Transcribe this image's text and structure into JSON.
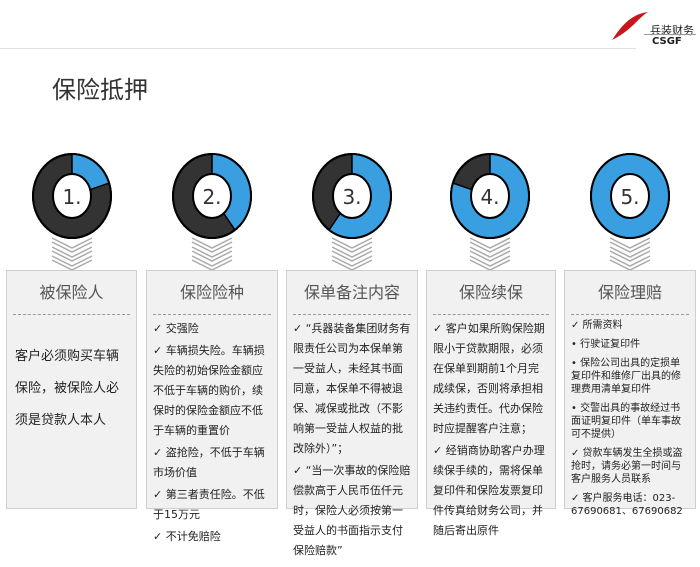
{
  "logo": {
    "cn": "兵装财务",
    "en": "CSGF"
  },
  "title": "保险抵押",
  "steps": [
    {
      "label": "1.",
      "progress": 0.2
    },
    {
      "label": "2.",
      "progress": 0.4
    },
    {
      "label": "3.",
      "progress": 0.6
    },
    {
      "label": "4.",
      "progress": 0.8
    },
    {
      "label": "5.",
      "progress": 1.0
    }
  ],
  "colors": {
    "accent": "#3a9fe0",
    "dark": "#333333"
  },
  "cards": [
    {
      "title": "被保险人",
      "lines": [
        "客户必须购买车辆保险，被保险人必须是贷款人本人"
      ]
    },
    {
      "title": "保险险种",
      "lines": [
        "✓ 交强险",
        "✓ 车辆损失险。车辆损失险的初始保险金额应不低于车辆的购价，续保时的保险金额应不低于车辆的重置价",
        "✓ 盗抢险，不低于车辆市场价值",
        "✓ 第三者责任险。不低于15万元",
        "✓ 不计免赔险"
      ]
    },
    {
      "title": "保单备注内容",
      "lines": [
        "✓ “兵器装备集团财务有限责任公司为本保单第一受益人，未经其书面同意，本保单不得被退保、减保或批改（不影响第一受益人权益的批改除外）”；",
        "✓ “当一次事故的保险赔偿款高于人民币伍仟元时，保险人必须按第一受益人的书面指示支付保险赔款”"
      ]
    },
    {
      "title": "保险续保",
      "lines": [
        "✓ 客户如果所购保险期限小于贷款期限，必须在保单到期前1个月完成续保，否则将承担相关违约责任。代办保险时应提醒客户注意；",
        "✓ 经销商协助客户办理续保手续的，需将保单复印件和保险发票复印件传真给财务公司，并随后寄出原件"
      ]
    },
    {
      "title": "保险理赔",
      "lines": [
        "✓ 所需资料",
        "• 行驶证复印件",
        "• 保险公司出具的定损单复印件和维修厂出具的修理费用清单复印件",
        "• 交警出具的事故经过书面证明复印件（单车事故可不提供）",
        "✓ 贷款车辆发生全损或盗抢时，请务必第一时间与客户服务人员联系",
        "✓ 客户服务电话：023-67690681、67690682"
      ]
    }
  ]
}
